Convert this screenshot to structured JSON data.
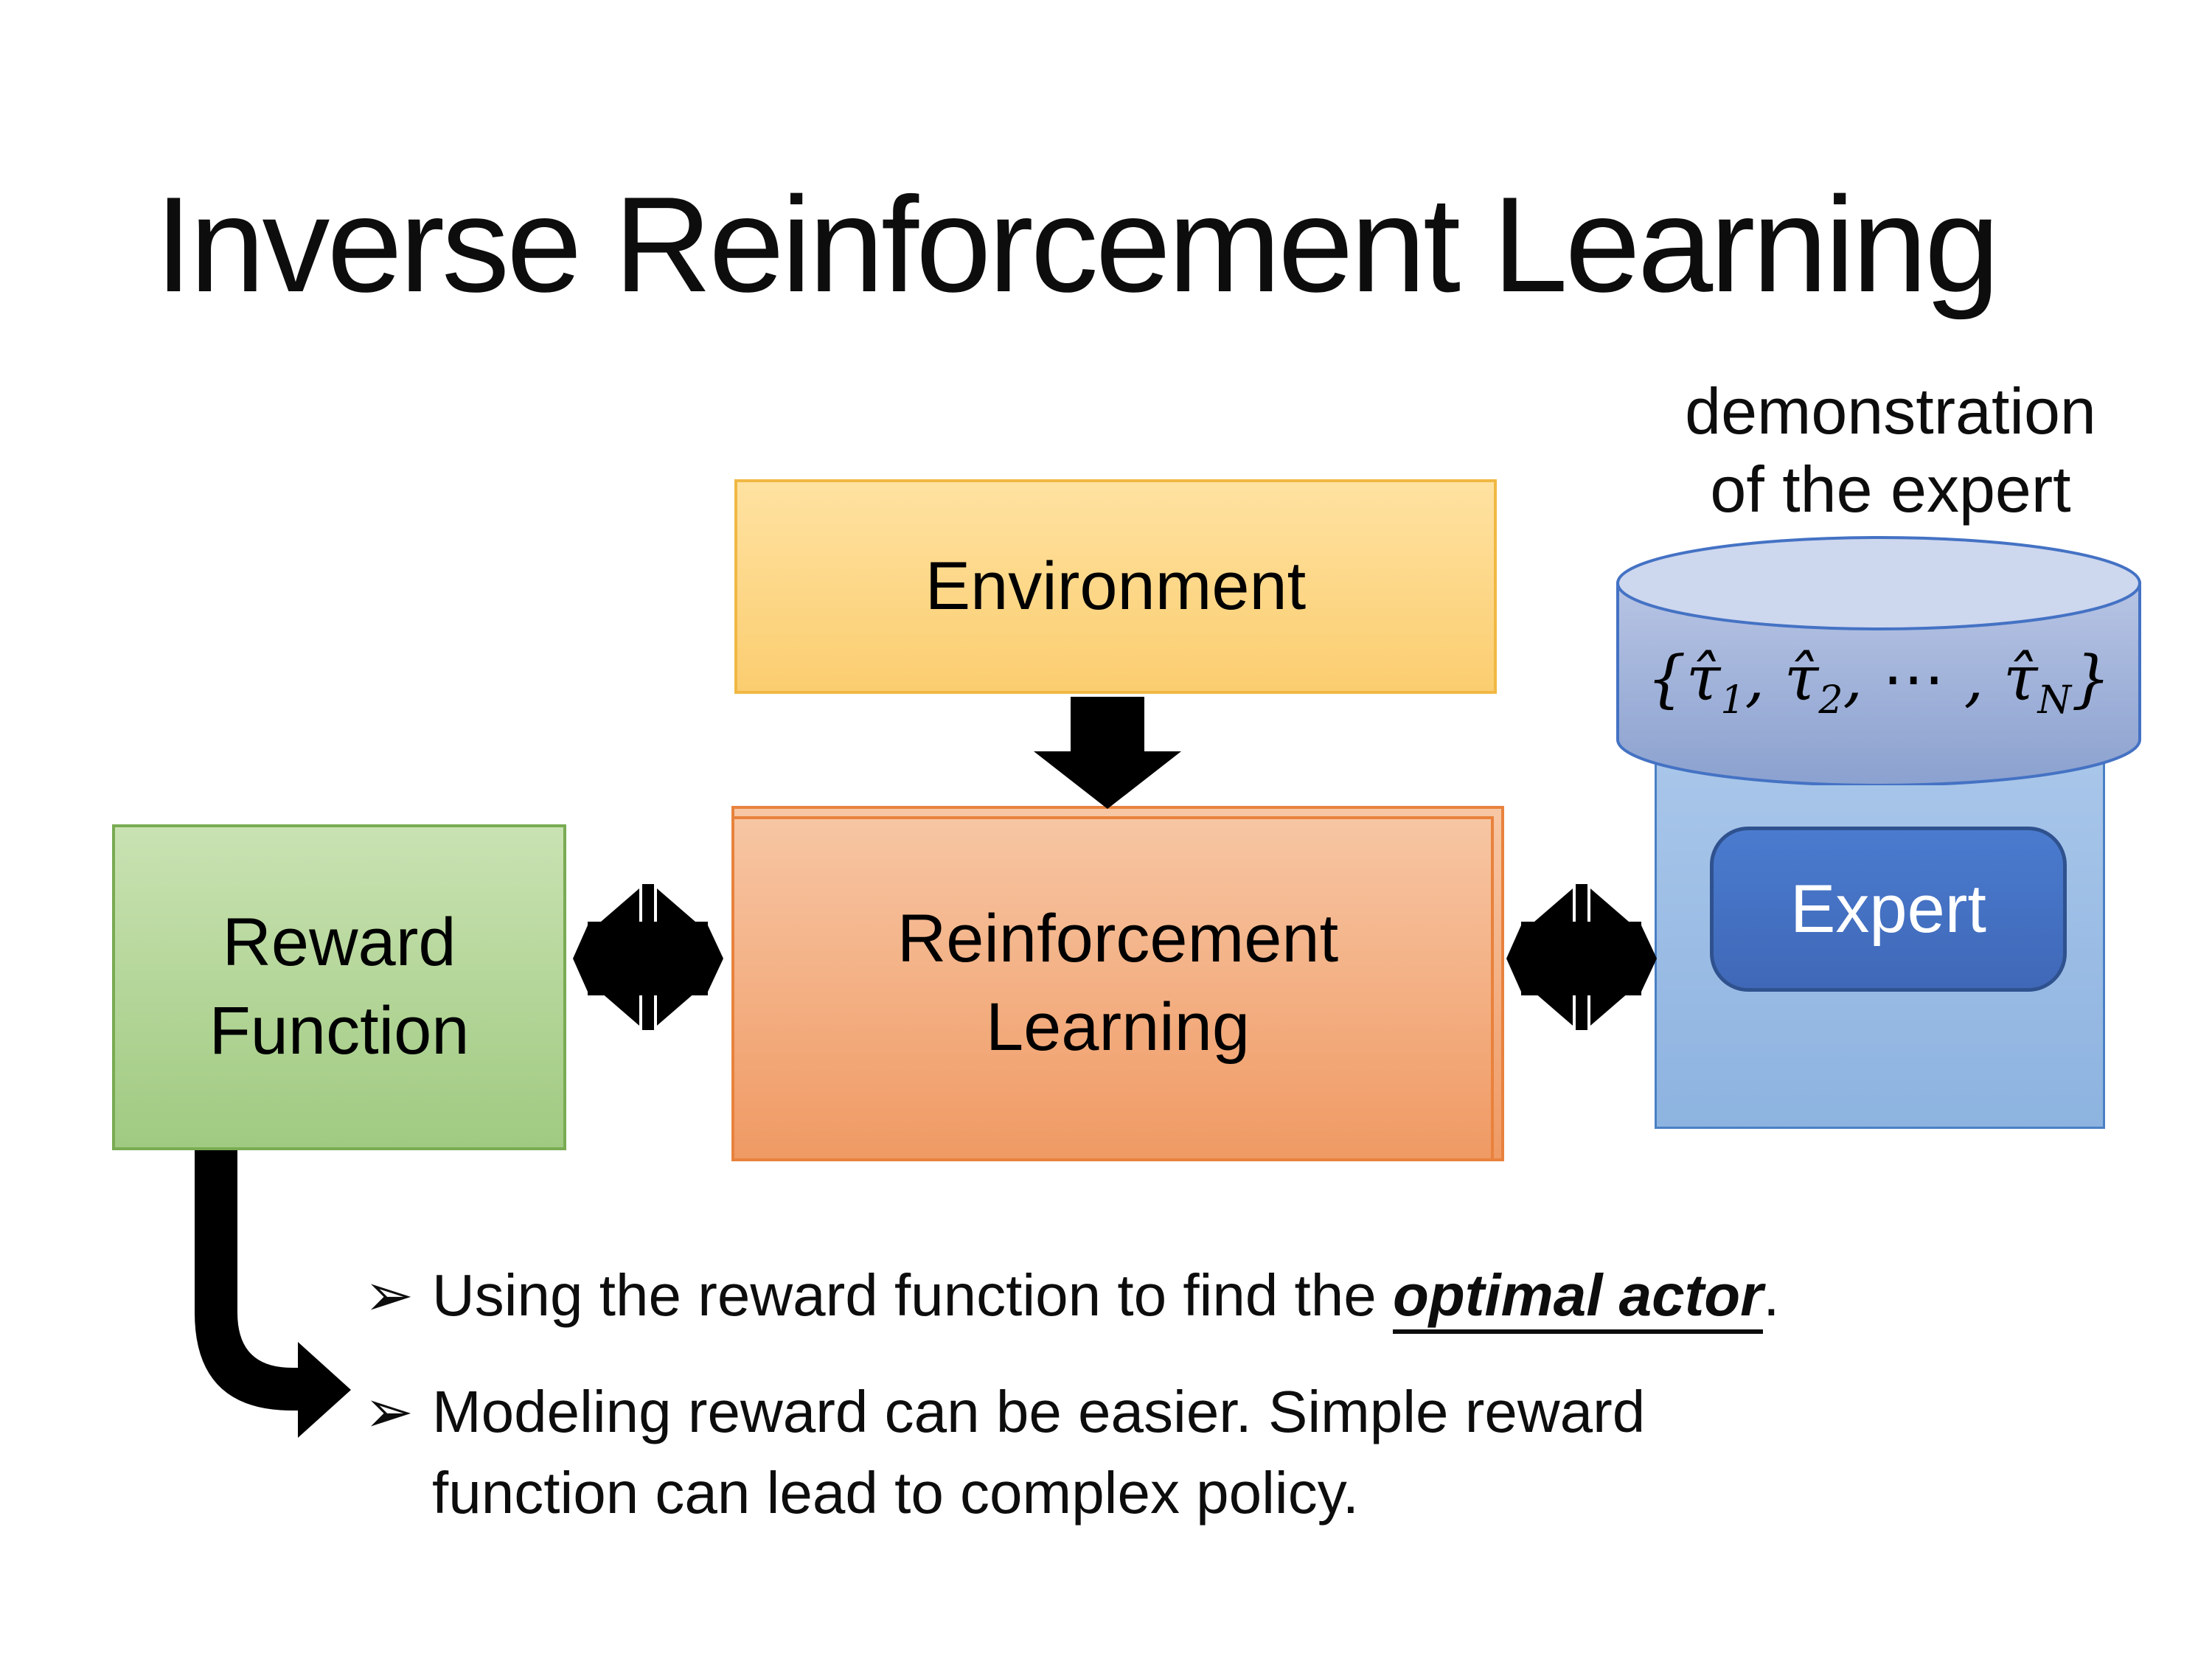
{
  "title": "Inverse Reinforcement Learning",
  "demo_label": {
    "line1": "demonstration",
    "line2": "of the expert"
  },
  "boxes": {
    "environment": "Environment",
    "reward_line1": "Reward",
    "reward_line2": "Function",
    "rl_line1": "Reinforcement",
    "rl_line2": "Learning",
    "expert": "Expert"
  },
  "formula": {
    "brace_open": "{",
    "tau_hat": "τ̂",
    "sub_1": "1",
    "comma": ", ",
    "sub_2": "2",
    "dots": "⋯ , ",
    "sub_n": "N",
    "brace_close": "}"
  },
  "bullets": {
    "marker": "➢",
    "b1_pre": "Using the reward function to find the ",
    "b1_em": "optimal actor",
    "b1_post": ".",
    "b2_line1": "Modeling reward can be easier. Simple reward",
    "b2_line2": "function can lead to complex policy."
  },
  "icons": {
    "down_arrow": "thick black downward arrow",
    "double_arrow": "black horizontal double-headed arrow crossed with thin vertical double-headed arrow",
    "bent_arrow": "thick black elbow arrow turning right"
  },
  "colors": {
    "env_border": "#f0b843",
    "env_fill_top": "#ffe2a1",
    "env_fill_bottom": "#fbcd70",
    "green_border": "#79ab53",
    "green_fill_top": "#c9e2b2",
    "green_fill_bottom": "#a0ca81",
    "orange_border": "#e8823d",
    "orange_fill_top": "#f7c7a5",
    "orange_fill_bottom": "#f09a64",
    "blue_accent": "#4472c4",
    "cyl_top_fill": "#cdd7ee",
    "cyl_body_top": "#b7c4e4",
    "cyl_body_bottom": "#8ba1cf",
    "container_border": "#4a80c4",
    "container_top": "#b0cbec",
    "container_bottom": "#8db3e0",
    "expert_fill": "#4068b8",
    "expert_border": "#2f528f",
    "arrow_black": "#000000"
  }
}
